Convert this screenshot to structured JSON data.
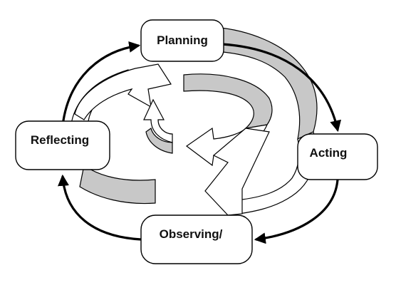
{
  "nodes": {
    "planning": {
      "label": "Planning"
    },
    "acting": {
      "label": "Acting"
    },
    "observing": {
      "label": "Observing/"
    },
    "reflecting": {
      "label": "Reflecting"
    }
  },
  "colors": {
    "background": "#ffffff",
    "stroke": "#000000",
    "band_gray": "#c8c8c8",
    "band_white": "#ffffff",
    "node_fill": "#ffffff"
  }
}
